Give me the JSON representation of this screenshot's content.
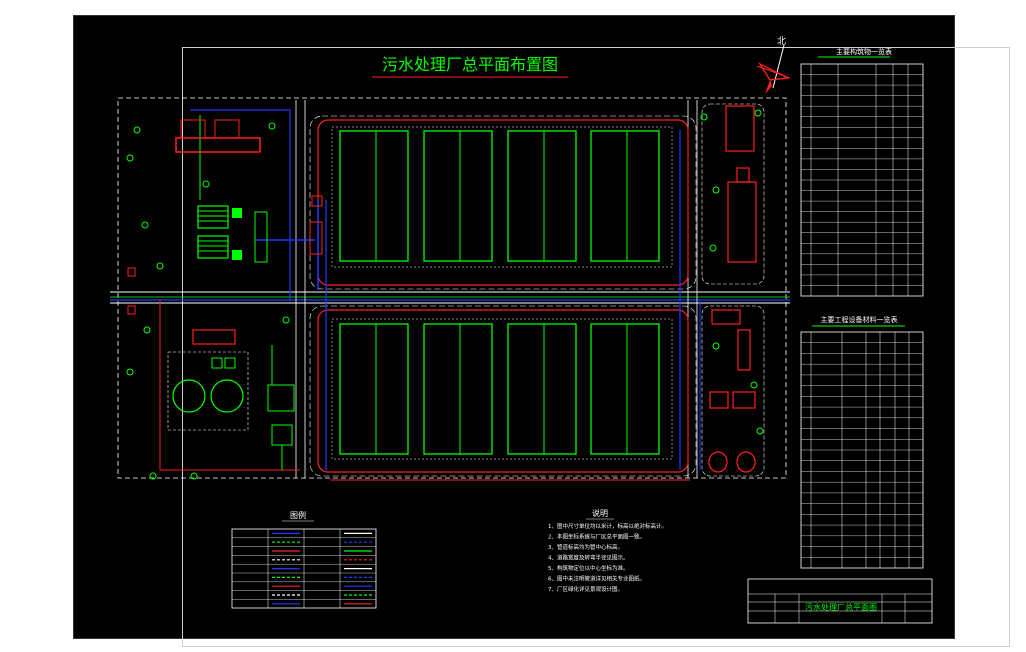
{
  "drawing": {
    "title": "污水处理厂总平面布置图",
    "north": "北"
  },
  "tables": {
    "structures": {
      "title": "主要构筑物一览表"
    },
    "equipment": {
      "title": "主要工程设备材料一览表"
    }
  },
  "legend": {
    "title": "图例"
  },
  "notes": {
    "title": "说明",
    "items": [
      "1、图中尺寸单位均以米计，标高以绝对标高计。",
      "2、本图坐标系统与厂区总平面图一致。",
      "3、管道标高均为管中心标高。",
      "4、道路宽度及转弯半径见图示。",
      "5、构筑物定位以中心坐标为准。",
      "6、图中未注明管道详见相关专业图纸。",
      "7、厂区绿化详见景观设计图。"
    ]
  },
  "title_block": {
    "drawing_name": "污水处理厂总平面图"
  },
  "colors": {
    "background": "#000000",
    "title": "#00ff00",
    "structure": "#00ff00",
    "road": "#ff2020",
    "pipe_blue": "#1a3cff",
    "line_white": "#ffffff",
    "highlight": "#ffff00"
  }
}
